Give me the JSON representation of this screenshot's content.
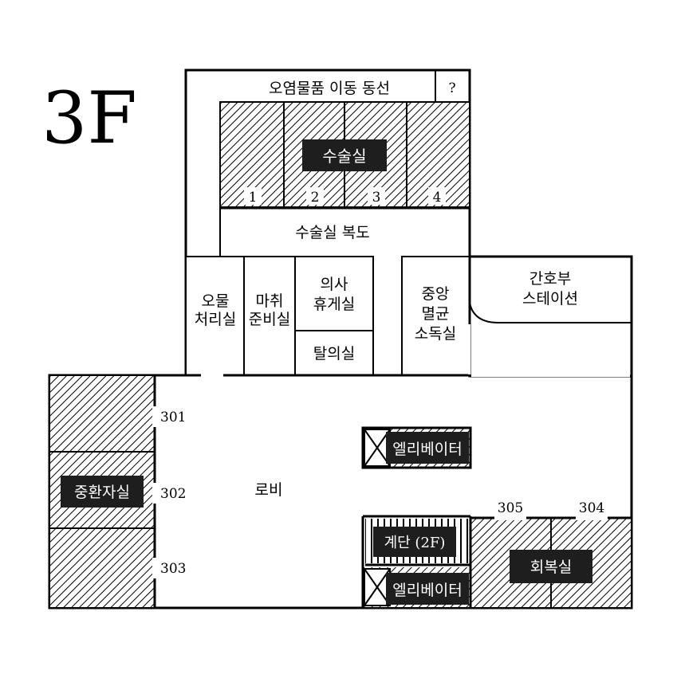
{
  "floor": "3F",
  "rooms": {
    "contaminated_route": "오염물품 이동 동선",
    "unknown": "?",
    "operating_room": "수술실",
    "or_numbers": [
      "1",
      "2",
      "3",
      "4"
    ],
    "or_corridor": "수술실 복도",
    "waste_room": [
      "오물",
      "처리실"
    ],
    "anesthesia_room": [
      "마취",
      "준비실"
    ],
    "doctor_lounge": [
      "의사",
      "휴게실"
    ],
    "changing_room": "탈의실",
    "central_sterilization": [
      "중앙",
      "멸균",
      "소독실"
    ],
    "nurse_station": [
      "간호부",
      "스테이션"
    ],
    "icu": "중환자실",
    "lobby": "로비",
    "elevator": "엘리베이터",
    "stairs": "계단 (2F)",
    "recovery_room": "회복실",
    "room_numbers": {
      "r301": "301",
      "r302": "302",
      "r303": "303",
      "r304": "304",
      "r305": "305"
    }
  },
  "colors": {
    "ink": "#000000",
    "paper": "#ffffff",
    "label_fill": "#1e1e1e"
  }
}
